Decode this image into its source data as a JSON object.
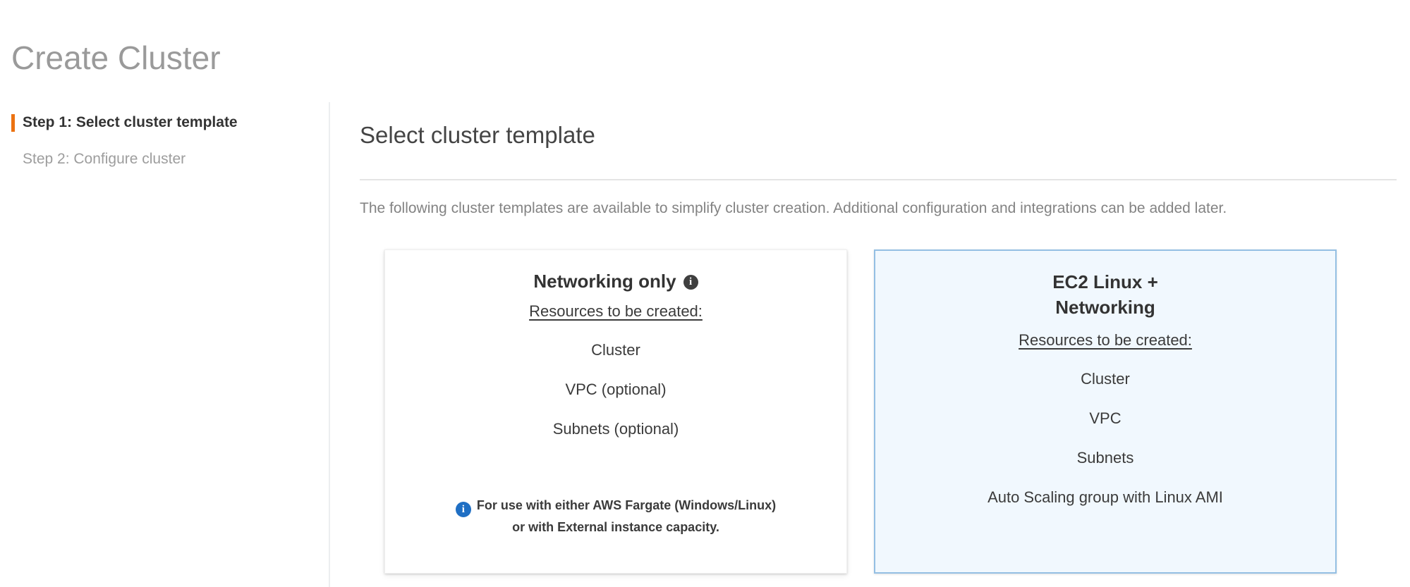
{
  "page": {
    "title": "Create Cluster"
  },
  "sidebar": {
    "steps": [
      {
        "label": "Step 1: Select cluster template",
        "state": "active"
      },
      {
        "label": "Step 2: Configure cluster",
        "state": "inactive"
      }
    ],
    "active_marker_color": "#ec7211"
  },
  "main": {
    "section_title": "Select cluster template",
    "section_description": "The following cluster templates are available to simplify cluster creation. Additional configuration and integrations can be added later."
  },
  "cards": [
    {
      "title": "Networking only",
      "title_info_icon": "info-icon",
      "selected": false,
      "resources_label": "Resources to be created:",
      "resources": [
        "Cluster",
        "VPC (optional)",
        "Subnets (optional)"
      ],
      "note_icon": "info-circle-icon",
      "note_line_1": "For use with either AWS Fargate (Windows/Linux)",
      "note_line_2": "or with External instance capacity."
    },
    {
      "title_line_1": "EC2 Linux +",
      "title_line_2": "Networking",
      "selected": true,
      "resources_label": "Resources to be created:",
      "resources": [
        "Cluster",
        "VPC",
        "Subnets",
        "Auto Scaling group with Linux AMI"
      ]
    }
  ],
  "colors": {
    "accent_orange": "#ec7211",
    "selected_card_bg": "#f1f8fe",
    "selected_card_border": "#94bfe3",
    "info_blue": "#1f6fc4",
    "title_gray": "#9a9a9a",
    "body_gray": "#838383"
  }
}
